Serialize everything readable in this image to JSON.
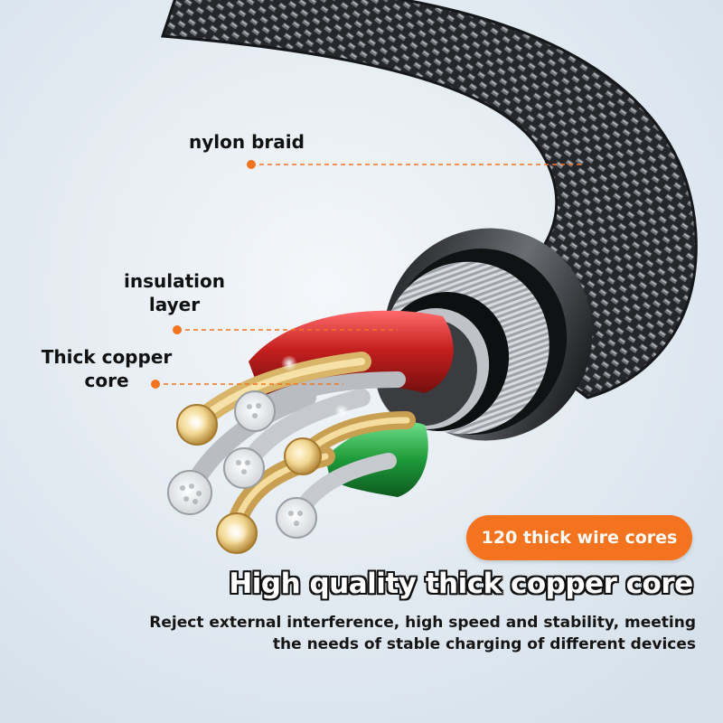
{
  "labels": {
    "nylon_braid": "nylon braid",
    "insulation_line1": "insulation",
    "insulation_line2": "layer",
    "copper_line1": "Thick copper",
    "copper_line2": "core"
  },
  "badge": "120 thick wire cores",
  "headline": "High quality thick copper core",
  "description_line1": "Reject external interference, high speed and stability, meeting",
  "description_line2": "the needs of stable charging of different devices",
  "colors": {
    "accent": "#f4731f",
    "background": "#e3ebf2",
    "braid": "#2a2c30",
    "red_wire": "#b81b1b",
    "green_wire": "#1f9a3a",
    "copper": "#e2c480"
  }
}
